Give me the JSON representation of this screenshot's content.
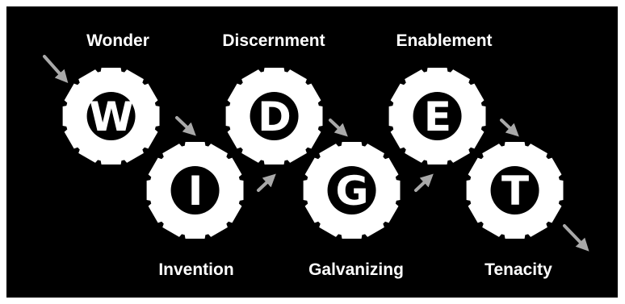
{
  "colors": {
    "background": "#000000",
    "gear": "#ffffff",
    "arrow": "#a9a9a9",
    "text": "#ffffff",
    "letter": "#ffffff"
  },
  "gears": [
    {
      "letter": "W",
      "label": "Wonder"
    },
    {
      "letter": "I",
      "label": "Invention"
    },
    {
      "letter": "D",
      "label": "Discernment"
    },
    {
      "letter": "G",
      "label": "Galvanizing"
    },
    {
      "letter": "E",
      "label": "Enablement"
    },
    {
      "letter": "T",
      "label": "Tenacity"
    }
  ],
  "arrows": [
    {
      "icon": "arrow-down-right-icon",
      "from": "start",
      "to": "W"
    },
    {
      "icon": "arrow-down-right-icon",
      "from": "W",
      "to": "I"
    },
    {
      "icon": "arrow-up-right-icon",
      "from": "I",
      "to": "D"
    },
    {
      "icon": "arrow-down-right-icon",
      "from": "D",
      "to": "G"
    },
    {
      "icon": "arrow-up-right-icon",
      "from": "G",
      "to": "E"
    },
    {
      "icon": "arrow-down-right-icon",
      "from": "E",
      "to": "T"
    },
    {
      "icon": "arrow-down-right-icon",
      "from": "T",
      "to": "end"
    }
  ]
}
